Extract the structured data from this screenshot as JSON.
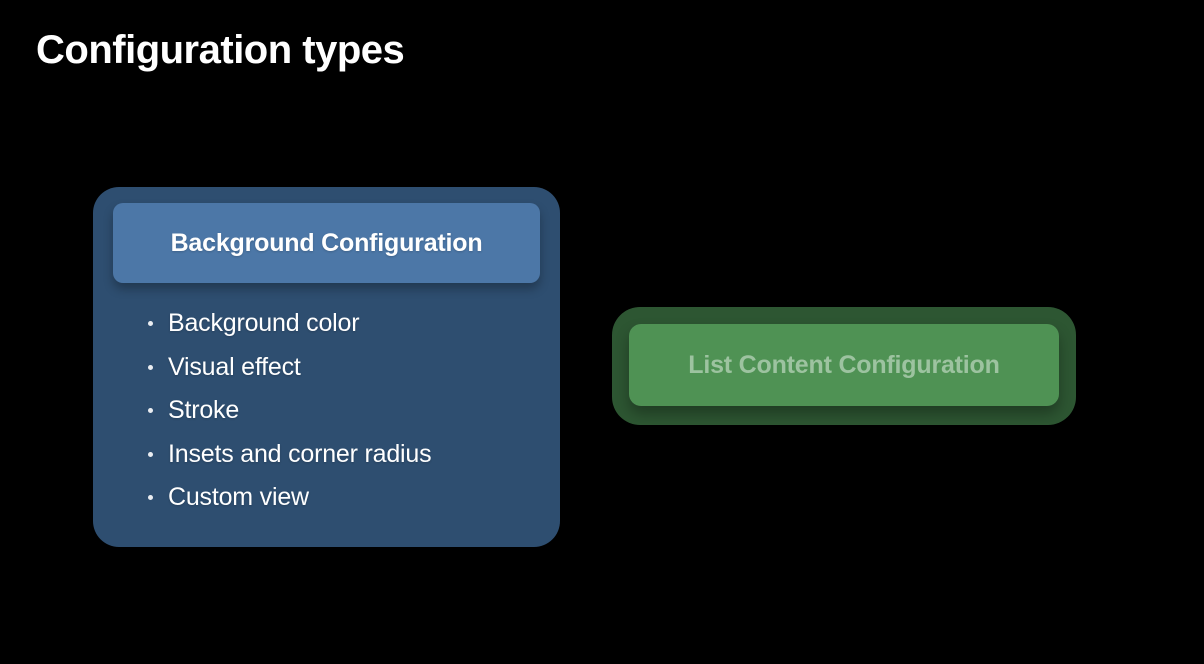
{
  "slide": {
    "title": "Configuration types",
    "background_color": "#000000"
  },
  "cards": {
    "background": {
      "header_label": "Background Configuration",
      "outer_color": "#2E4E70",
      "header_color": "#4C77A7",
      "text_color": "#FFFFFF",
      "bullets": [
        "Background color",
        "Visual effect",
        "Stroke",
        "Insets and corner radius",
        "Custom view"
      ]
    },
    "list_content": {
      "header_label": "List Content Configuration",
      "outer_color": "#2D5632",
      "header_color": "#4F9254",
      "text_color": "#9DC3A0"
    }
  }
}
